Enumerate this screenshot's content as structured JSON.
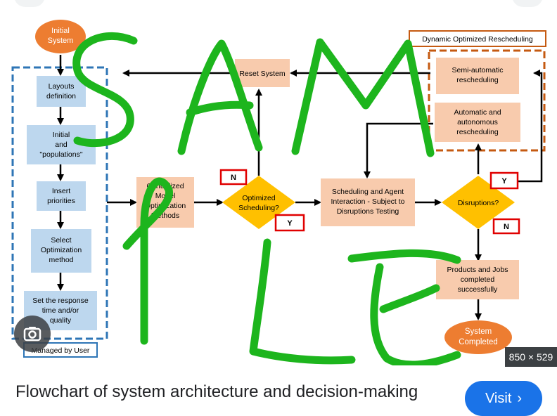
{
  "diagram": {
    "initial_system": [
      "Initial",
      "System"
    ],
    "layouts_definition": [
      "Layouts",
      "definition"
    ],
    "initial_populations": [
      "Initial",
      "and",
      "\"populations\""
    ],
    "insert_priorities": [
      "Insert",
      "priorities"
    ],
    "select_method": [
      "Select",
      "Optimization",
      "method"
    ],
    "set_response": [
      "Set the response",
      "time and/or",
      "quality"
    ],
    "managed_by_user": "Managed by User",
    "centralized": [
      "Centralized",
      "Model",
      "Optimization",
      "Methods"
    ],
    "optimized_scheduling": [
      "Optimized",
      "Scheduling?"
    ],
    "scheduling_agent": [
      "Scheduling and Agent",
      "Interaction - Subject to",
      "Disruptions Testing"
    ],
    "disruptions": "Disruptions?",
    "reset_system": "Reset System",
    "dynamic_title": "Dynamic Optimized Rescheduling",
    "semi_automatic": [
      "Semi-automatic",
      "rescheduling"
    ],
    "automatic": [
      "Automatic and",
      "autonomous",
      "rescheduling"
    ],
    "products_jobs": [
      "Products and Jobs",
      "completed",
      "successfully"
    ],
    "system_completed": [
      "System",
      "Completed"
    ],
    "label_n_opt": "N",
    "label_y_opt": "Y",
    "label_y_dis": "Y",
    "label_n_dis": "N",
    "watermark": "SAMPLE"
  },
  "overlay": {
    "dimensions": "850 × 529"
  },
  "caption": "Flowchart of system architecture and decision-making",
  "visit_button": {
    "label": "Visit",
    "icon": "chevron-right-icon"
  },
  "lens_button": {
    "icon": "lens-icon"
  },
  "colors": {
    "blue_box": "#bdd7ee",
    "orange_box": "#f8cbad",
    "diamond": "#ffc000",
    "oval": "#ed7d31",
    "dashed_blue": "#2e75b6",
    "dashed_orange": "#c55a11",
    "watermark": "#1db51d",
    "visit": "#1a73e8"
  }
}
